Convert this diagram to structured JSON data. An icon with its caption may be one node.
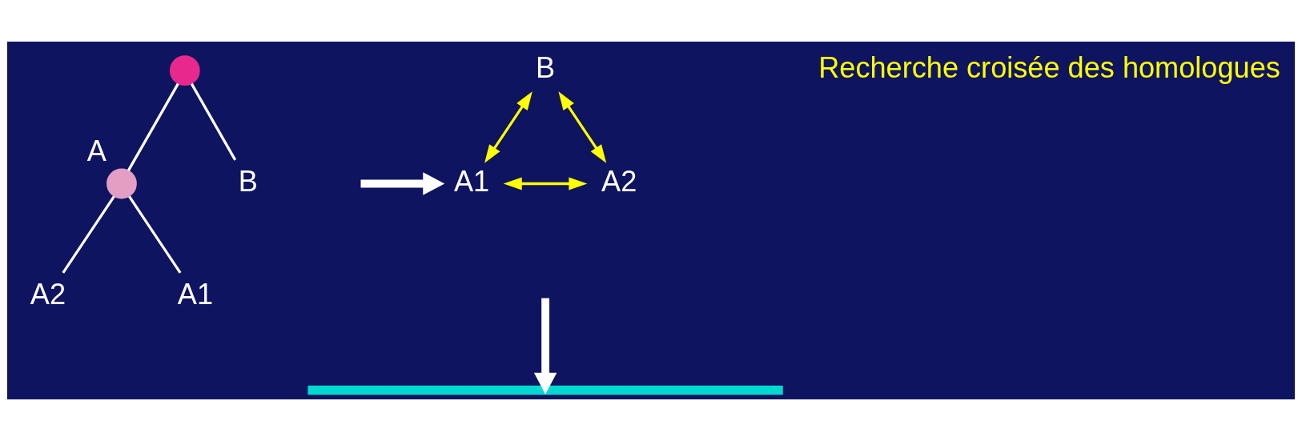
{
  "diagram": {
    "nodes": [
      {
        "text": [],
        "shape": "circle"
      },
      {
        "text": [],
        "shape": "circle",
        "beside": [
          "A"
        ]
      },
      {
        "text": [
          "B"
        ]
      },
      {
        "text": [
          "A2"
        ]
      },
      {
        "text": [
          "A1"
        ]
      },
      {
        "text": [
          "B"
        ]
      },
      {
        "text": [
          "A1"
        ]
      },
      {
        "text": [
          "A2"
        ]
      },
      {
        "text": [],
        "shape": "bar"
      }
    ],
    "edges": [
      {
        "from": 0,
        "to": 2,
        "arrow": "none"
      },
      {
        "from": 0,
        "to": 1,
        "arrow": "none"
      },
      {
        "from": 1,
        "to": 3,
        "arrow": "none"
      },
      {
        "from": 1,
        "to": 4,
        "arrow": "none"
      },
      {
        "from": null,
        "to": 6,
        "arrow": "to",
        "style": "thick"
      },
      {
        "from": 6,
        "to": 5,
        "arrow": "both",
        "color": "#ffff00"
      },
      {
        "from": 5,
        "to": 7,
        "arrow": "both",
        "color": "#ffff00"
      },
      {
        "from": 6,
        "to": 7,
        "arrow": "both",
        "color": "#ffff00"
      },
      {
        "from": null,
        "to": 8,
        "arrow": "to",
        "style": "thick"
      }
    ],
    "labels": [
      "Recherche croisée des homologues"
    ]
  }
}
